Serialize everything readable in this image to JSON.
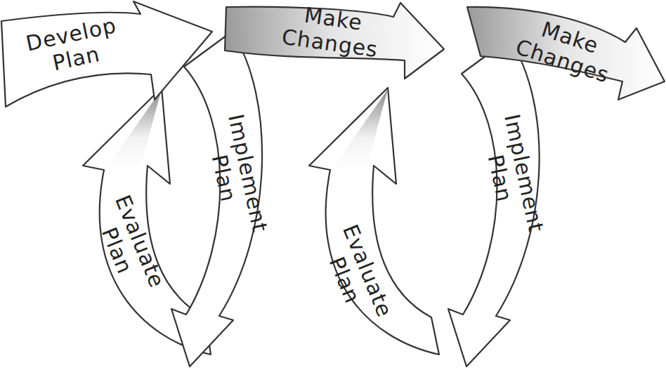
{
  "diagram": {
    "nodes": [
      {
        "text": [
          "Develop Plan"
        ]
      },
      {
        "text": [
          "Implement Plan"
        ]
      },
      {
        "text": [
          "Evaluate Plan"
        ]
      },
      {
        "text": [
          "Make Changes"
        ]
      },
      {
        "text": [
          "Implement Plan"
        ]
      },
      {
        "text": [
          "Evaluate Plan"
        ]
      },
      {
        "text": [
          "Make Changes"
        ]
      }
    ]
  }
}
